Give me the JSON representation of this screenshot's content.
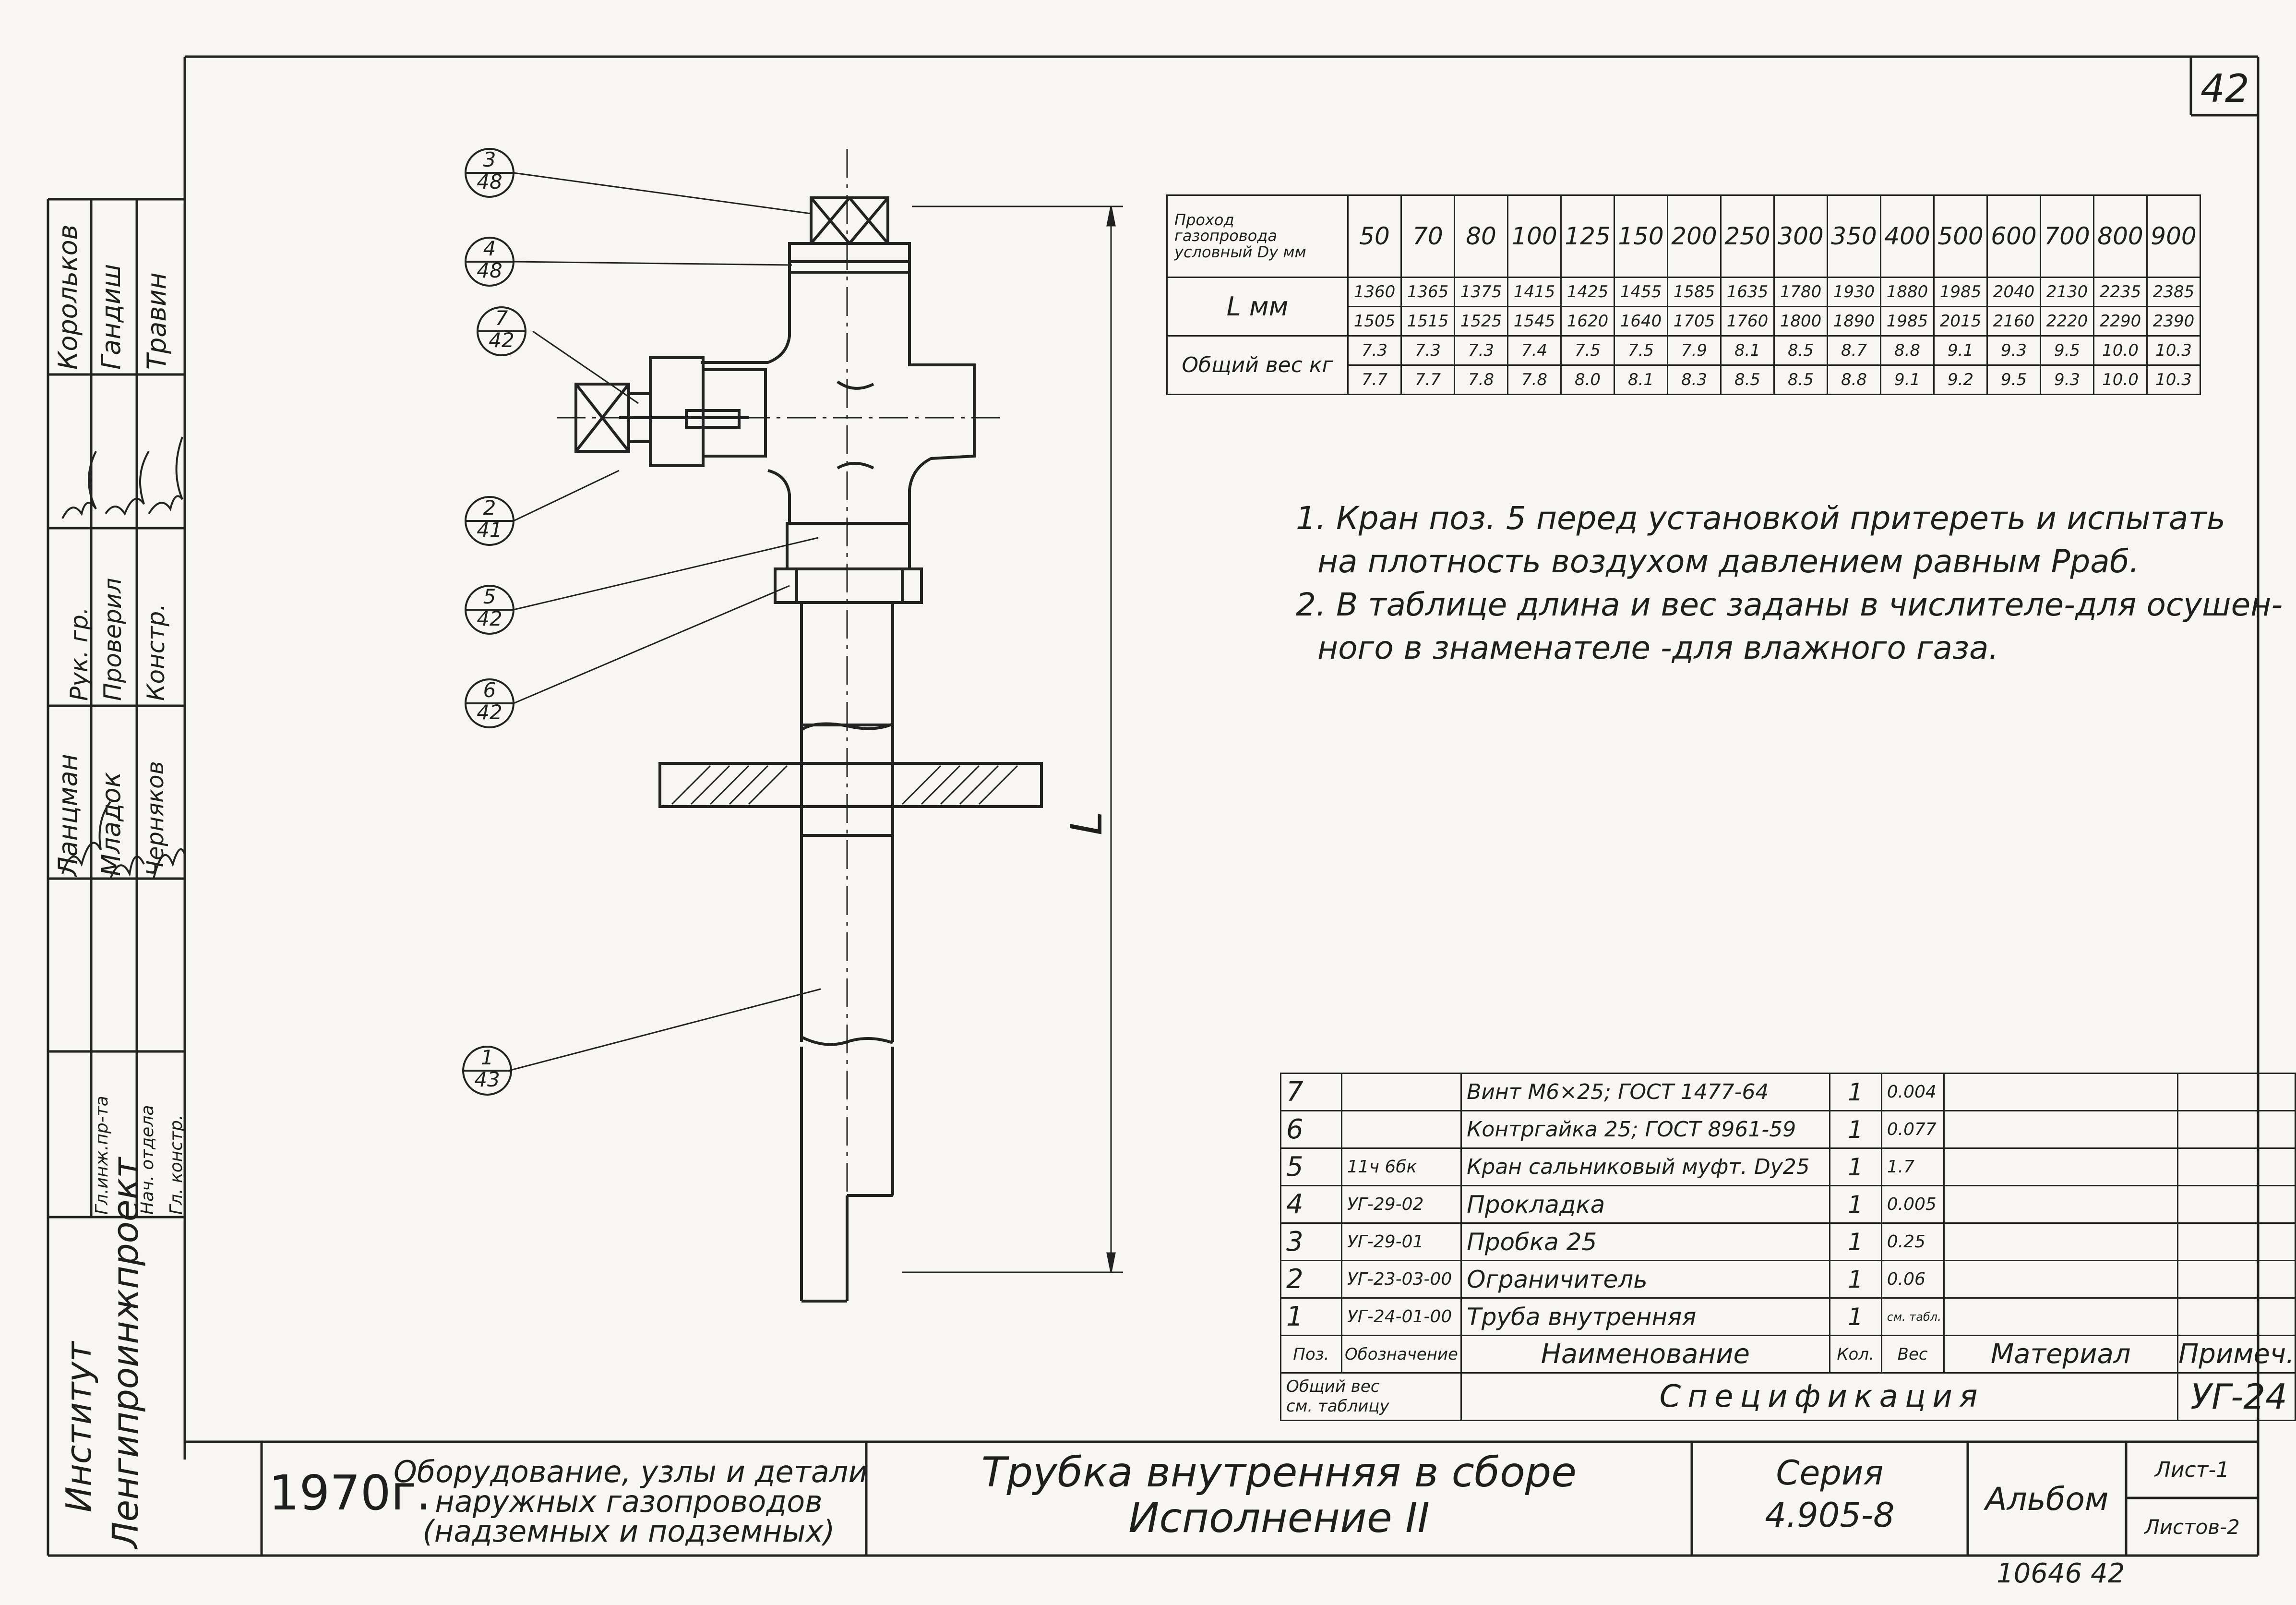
{
  "sheet_number": "42",
  "table": {
    "header_label": [
      "Проход",
      "газопровода",
      "условный Dy мм"
    ],
    "diameters": [
      "50",
      "70",
      "80",
      "100",
      "125",
      "150",
      "200",
      "250",
      "300",
      "350",
      "400",
      "500",
      "600",
      "700",
      "800",
      "900"
    ],
    "length_label": "L мм",
    "length_dry": [
      "1360",
      "1365",
      "1375",
      "1415",
      "1425",
      "1455",
      "1585",
      "1635",
      "1780",
      "1930",
      "1880",
      "1985",
      "2040",
      "2130",
      "2235",
      "2385"
    ],
    "length_wet": [
      "1505",
      "1515",
      "1525",
      "1545",
      "1620",
      "1640",
      "1705",
      "1760",
      "1800",
      "1890",
      "1985",
      "2015",
      "2160",
      "2220",
      "2290",
      "2390"
    ],
    "weight_label": "Общий вес кг",
    "weight_dry": [
      "7.3",
      "7.3",
      "7.3",
      "7.4",
      "7.5",
      "7.5",
      "7.9",
      "8.1",
      "8.5",
      "8.7",
      "8.8",
      "9.1",
      "9.3",
      "9.5",
      "10.0",
      "10.3"
    ],
    "weight_wet": [
      "7.7",
      "7.7",
      "7.8",
      "7.8",
      "8.0",
      "8.1",
      "8.3",
      "8.5",
      "8.5",
      "8.8",
      "9.1",
      "9.2",
      "9.5",
      "9.3",
      "10.0",
      "10.3"
    ]
  },
  "notes": [
    "1. Кран поз. 5 перед установкой притереть и испытать",
    "на плотность воздухом давлением равным Рраб.",
    "2. В таблице длина и вес заданы в числителе-для осушен-",
    "ного в знаменателе -для влажного газа."
  ],
  "callouts": [
    {
      "pos": "3",
      "sheet": "48"
    },
    {
      "pos": "4",
      "sheet": "48"
    },
    {
      "pos": "7",
      "sheet": "42"
    },
    {
      "pos": "2",
      "sheet": "41"
    },
    {
      "pos": "5",
      "sheet": "42"
    },
    {
      "pos": "6",
      "sheet": "42"
    },
    {
      "pos": "1",
      "sheet": "43"
    }
  ],
  "dimension_label": "L",
  "spec": {
    "rows": [
      {
        "pos": "7",
        "designation": "",
        "name": "Винт М6×25; ГОСТ 1477-64",
        "qty": "1",
        "weight": "0.004"
      },
      {
        "pos": "6",
        "designation": "",
        "name": "Контргайка 25; ГОСТ 8961-59",
        "qty": "1",
        "weight": "0.077"
      },
      {
        "pos": "5",
        "designation": "11ч 6бк",
        "name": "Кран сальниковый муфт. Dy25",
        "qty": "1",
        "weight": "1.7"
      },
      {
        "pos": "4",
        "designation": "УГ-29-02",
        "name": "Прокладка",
        "qty": "1",
        "weight": "0.005"
      },
      {
        "pos": "3",
        "designation": "УГ-29-01",
        "name": "Пробка 25",
        "qty": "1",
        "weight": "0.25"
      },
      {
        "pos": "2",
        "designation": "УГ-23-03-00",
        "name": "Ограничитель",
        "qty": "1",
        "weight": "0.06"
      },
      {
        "pos": "1",
        "designation": "УГ-24-01-00",
        "name": "Труба внутренняя",
        "qty": "1",
        "weight": "см. табл."
      }
    ],
    "headers": {
      "pos": "Поз.",
      "designation": "Обозначение",
      "name": "Наименование",
      "qty": "Кол.",
      "weight": "Вес",
      "material": "Материал",
      "note": "Примеч."
    },
    "total_weight": [
      "Общий вес",
      "см. таблицу"
    ],
    "title": "Спецификация",
    "code": "УГ-24"
  },
  "title_block": {
    "year": "1970г.",
    "subject": [
      "Оборудование, узлы и детали",
      "наружных газопроводов",
      "(надземных и подземных)"
    ],
    "title": [
      "Трубка внутренняя в сборе",
      "Исполнение II"
    ],
    "series_label": "Серия",
    "series": "4.905-8",
    "album": "Альбом",
    "sheet": "Лист-1",
    "sheets": "Листов-2"
  },
  "side_block": {
    "institute": [
      "Институт",
      "Ленгипроинжпроект"
    ],
    "roles": [
      "Гл.инж.пр-та",
      "Нач. отдела",
      "Гл. констр.",
      "Рук. гр.",
      "Проверил",
      "Констр."
    ],
    "people": [
      "Корольков",
      "Гандиш",
      "Травин",
      "Ланцман",
      "Младок",
      "Черняков"
    ]
  },
  "stamp": "10646   42"
}
